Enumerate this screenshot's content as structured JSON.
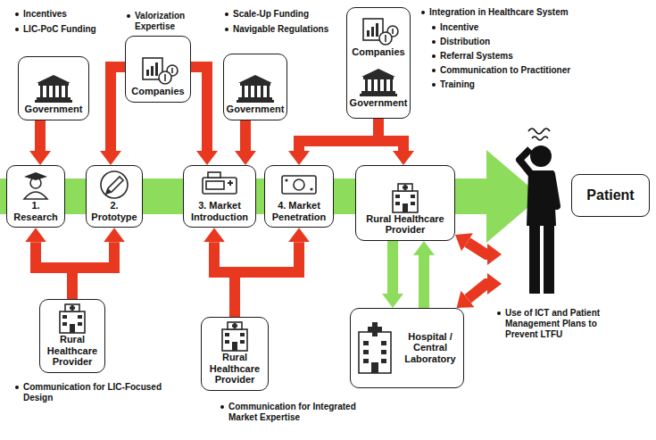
{
  "diagram": {
    "nodes": [
      {
        "text": [
          "Government"
        ]
      },
      {
        "text": [
          "Companies"
        ]
      },
      {
        "text": [
          "Government"
        ]
      },
      {
        "text": [
          "Companies",
          "Government"
        ]
      },
      {
        "text": [
          "1. Research"
        ]
      },
      {
        "text": [
          "2. Prototype"
        ]
      },
      {
        "text": [
          "3. Market Introduction"
        ]
      },
      {
        "text": [
          "4. Market Penetration"
        ]
      },
      {
        "text": [
          "Rural Healthcare Provider"
        ]
      },
      {
        "text": [
          "Patient"
        ]
      },
      {
        "text": [
          "Rural Healthcare Provider"
        ]
      },
      {
        "text": [
          "Rural Healthcare Provider"
        ]
      },
      {
        "text": [
          "Hospital / Central Laboratory"
        ]
      }
    ],
    "edges": [
      {
        "from": 0,
        "to": 4,
        "arrow": "to"
      },
      {
        "from": 1,
        "to": 5,
        "arrow": "to"
      },
      {
        "from": 1,
        "to": 6,
        "arrow": "to"
      },
      {
        "from": 2,
        "to": 6,
        "arrow": "to"
      },
      {
        "from": 3,
        "to": 7,
        "arrow": "to"
      },
      {
        "from": 3,
        "to": 8,
        "arrow": "to"
      },
      {
        "from": 10,
        "to": 4,
        "arrow": "to"
      },
      {
        "from": 10,
        "to": 5,
        "arrow": "to"
      },
      {
        "from": 11,
        "to": 6,
        "arrow": "to"
      },
      {
        "from": 11,
        "to": 7,
        "arrow": "to"
      },
      {
        "from": 8,
        "to": 12,
        "arrow": "to"
      },
      {
        "from": 12,
        "to": 8,
        "arrow": "to"
      },
      {
        "from": 8,
        "to": 9,
        "arrow": "both"
      },
      {
        "from": 12,
        "to": 9,
        "arrow": "both"
      }
    ],
    "labels": [
      "Incentives",
      "LIC-PoC Funding",
      "Valorization Expertise",
      "Scale-Up Funding",
      "Navigable Regulations",
      "Integration in Healthcare System",
      "Incentive",
      "Distribution",
      "Referral Systems",
      "Communication to Practitioner",
      "Training",
      "Communication for LIC-Focused Design",
      "Communication for Integrated Market Expertise",
      "Use of ICT and Patient Management Plans to Prevent LTFU"
    ]
  }
}
